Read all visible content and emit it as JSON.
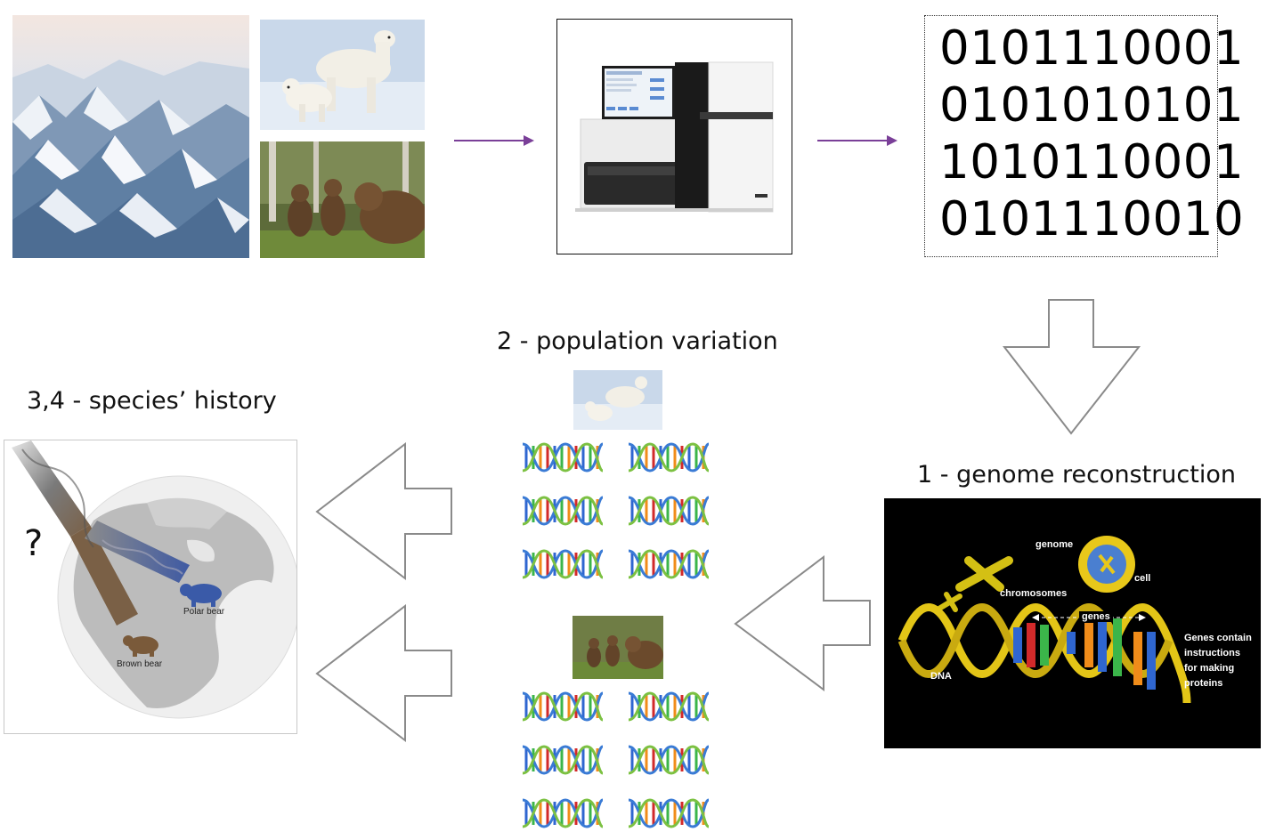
{
  "binary_lines": [
    "0101110001",
    "0101010101",
    "1010110001",
    "0101110010"
  ],
  "labels": {
    "step1": "1 - genome reconstruction",
    "step2": "2 - population variation",
    "step34": "3,4 - species’ history"
  },
  "map": {
    "question_mark": "?",
    "polar_bear": "Polar bear",
    "brown_bear": "Brown bear"
  },
  "gene_diagram": {
    "genome": "genome",
    "cell": "cell",
    "chromosomes": "chromosomes",
    "genes": "genes",
    "dna": "DNA",
    "caption_lines": [
      "Genes contain",
      "instructions",
      "for making",
      "proteins"
    ]
  },
  "colors": {
    "arrow_purple": "#7a3f98",
    "outline_arrow": "#8a8a8a",
    "polar_blue": "#3a5aa8",
    "brown_bear": "#7a5a3a"
  }
}
